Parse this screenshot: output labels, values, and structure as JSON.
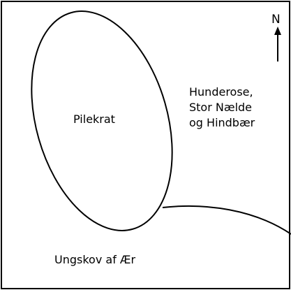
{
  "map": {
    "compass": {
      "label": "N"
    },
    "areas": {
      "willow_thicket": "Pilekrat",
      "herb_area": [
        "Hunderose,",
        "Stor Nælde",
        "og Hindbær"
      ],
      "young_forest": "Ungskov af Ær"
    }
  },
  "colors": {
    "line": "#000000",
    "background": "#ffffff"
  }
}
